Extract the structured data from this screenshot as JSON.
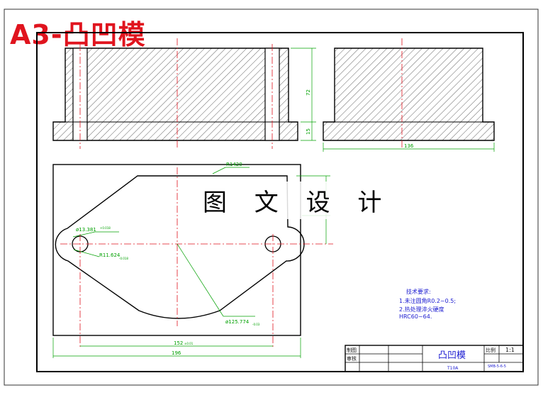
{
  "title": "A3-凸凹模",
  "watermark": "图 文 设 计",
  "dimensions": {
    "height_total": "72",
    "height_flange": "15",
    "side_width": "136",
    "radius_top": "R1420",
    "hole_dia": "ø13.381",
    "hole_dia_tol": "+0.018",
    "radius_left": "R11.624",
    "radius_left_tol": "-0.018",
    "arc_dia": "ø125.774",
    "arc_dia_tol": "-0.03",
    "hole_spacing": "152",
    "hole_spacing_tol": "±0.01",
    "overall_width": "196"
  },
  "requirements": {
    "heading": "技术要求:",
    "line1": "1.未注圆角R0.2~0.5;",
    "line2": "2.热处理淬火硬度",
    "line3": "HRC60~64."
  },
  "title_block": {
    "drawn": "制图",
    "check": "审核",
    "part_name": "凸凹模",
    "scale_label": "比例",
    "scale": "1:1",
    "material": "T10A",
    "code": "SMB-5-6-5"
  },
  "colors": {
    "title": "#e0141e",
    "centerline": "#e0141e",
    "dimension": "#00a000",
    "requirement_text": "#1a1ad0"
  }
}
